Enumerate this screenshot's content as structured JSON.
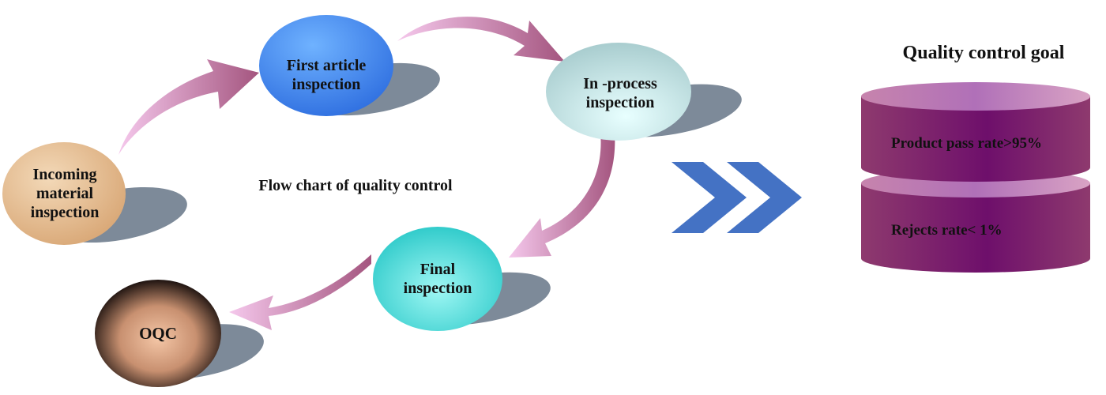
{
  "diagram": {
    "caption": "Flow chart of quality control",
    "nodes": {
      "incoming": "Incoming\nmaterial\ninspection",
      "first_article": "First article\ninspection",
      "in_process": "In -process\ninspection",
      "final": "Final\ninspection",
      "oqc": "OQC"
    },
    "node_colors": {
      "incoming": "#d9a877",
      "first_article": "#2f6fe0",
      "in_process": "#a9cdcf",
      "final": "#1fc4c4",
      "oqc": "#c89070"
    },
    "arrow_color": "#a4557f",
    "arrow_light_color": "#f5c8ec",
    "shadow_color": "#7d8a99"
  },
  "goals": {
    "title": "Quality control goal",
    "items": [
      "Product  pass rate>95%",
      "Rejects rate< 1%"
    ],
    "cylinder_color": "#8e3a6e",
    "cylinder_center_color": "#6e0f6b"
  },
  "chevron_color": "#4472c4"
}
